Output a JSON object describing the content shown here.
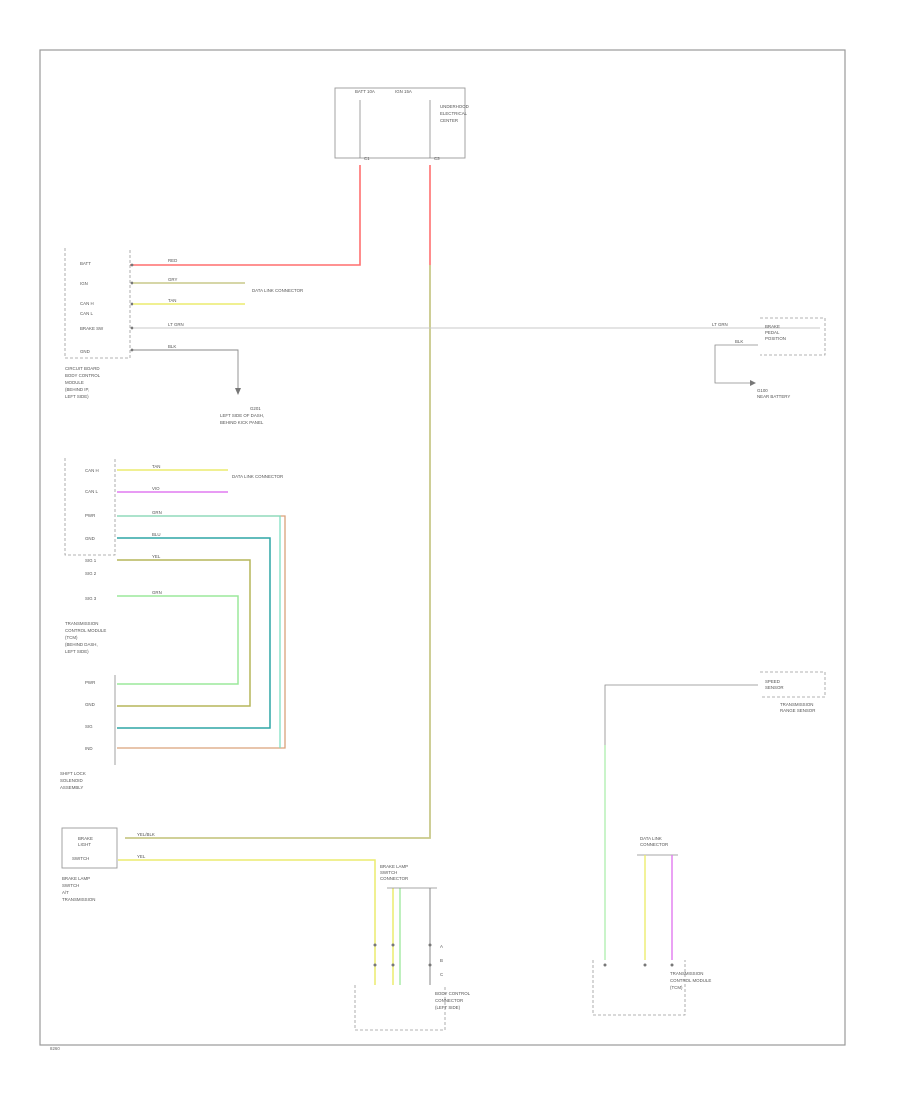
{
  "diagram": {
    "top_fuse_block": {
      "fuse_a": "BATT 10A",
      "fuse_b": "IGN 15A",
      "name_lines": [
        "UNDERHOOD",
        "ELECTRICAL",
        "CENTER"
      ],
      "pin_a": "C1",
      "pin_b": "C3"
    },
    "body_control_module": {
      "name_lines": [
        "CIRCUIT BOARD",
        "BODY CONTROL",
        "MODULE",
        "(BEHIND IP,",
        "LEFT SIDE)"
      ],
      "pins": [
        "BATT",
        "IGN",
        "CAN H",
        "CAN L",
        "BRAKE SW",
        "GND"
      ],
      "wires": [
        "RED",
        "GRY",
        "TAN",
        "LT GRN",
        "BLK"
      ]
    },
    "data_link_label": "DATA LINK CONNECTOR",
    "ground_label": "G201",
    "ground_sub_lines": [
      "LEFT SIDE OF DASH,",
      "BEHIND KICK PANEL"
    ],
    "brake_switch": {
      "name_lines": [
        "BRAKE",
        "PEDAL",
        "POSITION"
      ],
      "wire_in": "LT GRN",
      "wire_out": "BLK",
      "ground_lines": [
        "G100",
        "NEAR BATTERY"
      ]
    },
    "tcm": {
      "name_lines": [
        "TRANSMISSION",
        "CONTROL MODULE",
        "(TCM)",
        "(BEHIND DASH,",
        "LEFT SIDE)"
      ],
      "pins": [
        "CAN H",
        "CAN L",
        "PWR",
        "GND",
        "SIG 1",
        "SIG 2",
        "SIG 3"
      ],
      "wires": [
        "TAN",
        "VIO",
        "GRN",
        "BLU",
        "YEL",
        "GRN"
      ]
    },
    "shift_lock": {
      "name_lines": [
        "SHIFT LOCK",
        "SOLENOID",
        "ASSEMBLY"
      ],
      "pins": [
        "PWR",
        "GND",
        "SIG",
        "IND"
      ]
    },
    "brake_light_switch": {
      "name_lines": [
        "BRAKE",
        "LIGHT",
        "SWITCH"
      ],
      "wire_a": "YEL/BLK",
      "wire_b": "YEL",
      "sub_lines": [
        "BRAKE LAMP",
        "SWITCH",
        "A/T",
        "TRANSMISSION"
      ]
    },
    "bottom_connector": {
      "name_lines": [
        "BRAKE LAMP",
        "SWITCH",
        "CONNECTOR"
      ],
      "pins": [
        "A",
        "B",
        "C"
      ],
      "sub_lines": [
        "BODY CONTROL",
        "CONNECTOR",
        "(LEFT SIDE)"
      ]
    },
    "right_sensor": {
      "name_lines": [
        "SPEED",
        "SENSOR"
      ],
      "sub_lines": [
        "TRANSMISSION",
        "RANGE SENSOR"
      ]
    },
    "bottom_right_module": {
      "name_lines": [
        "TRANSMISSION",
        "CONTROL MODULE",
        "(TCM)"
      ],
      "sub_lines": [
        "DATA LINK",
        "CONNECTOR"
      ]
    },
    "footer_code": "8260"
  },
  "colors": {
    "red": "#ff6f6f",
    "yellow_green": "#c9c98a",
    "yellow": "#ecec6e",
    "violet": "#e07af0",
    "cyan_green": "#7fe0c2",
    "teal": "#2fa6a6",
    "olive": "#b5b55a",
    "green": "#9be89b",
    "brown": "#d9a27a",
    "light_green": "#b8f0b8",
    "wire_gray": "#b0b0b0",
    "frame": "#9a9a9a"
  }
}
